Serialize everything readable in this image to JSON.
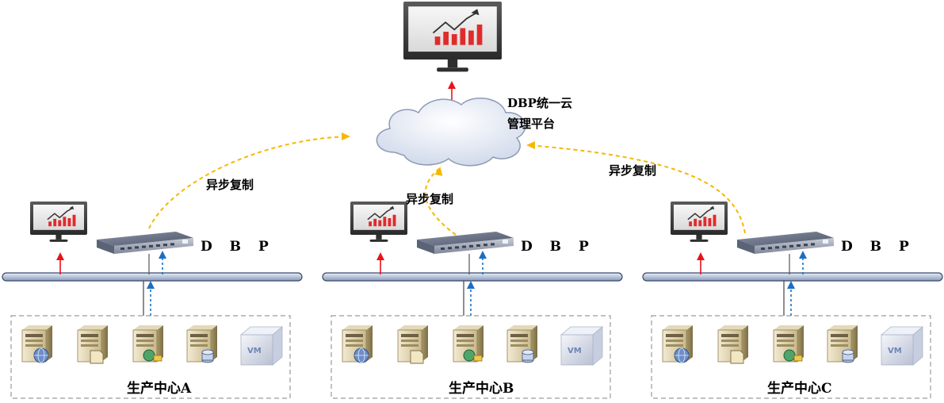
{
  "platform": {
    "title_line1": "DBP统一云",
    "title_line2": "管理平台"
  },
  "replication_label": "异步复制",
  "appliance_label": "D B P",
  "centers": [
    {
      "name": "生产中心A"
    },
    {
      "name": "生产中心B"
    },
    {
      "name": "生产中心C"
    }
  ],
  "server_types": [
    "web-server-icon",
    "file-server-icon",
    "app-server-icon",
    "database-server-icon",
    "vm-icon"
  ],
  "colors": {
    "replication": "#f5b800",
    "upload_arrow": "#e8141a",
    "sync_arrow": "#1a6fc2",
    "bus": "#3a4a6b",
    "chart_bars": "#e02b2b",
    "border": "#9a9a9a"
  }
}
